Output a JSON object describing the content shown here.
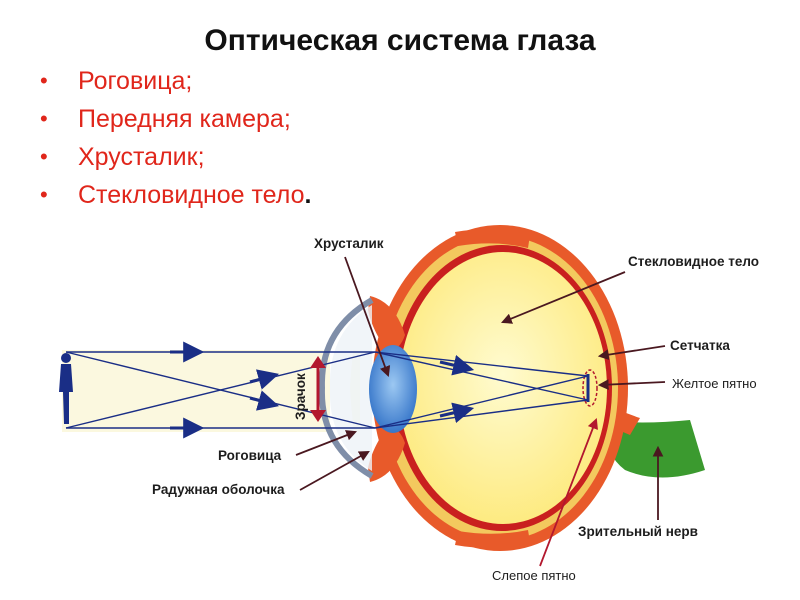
{
  "title": "Оптическая система глаза",
  "bullets": [
    {
      "text": "Роговица;",
      "period": ""
    },
    {
      "text": "Передняя камера;",
      "period": ""
    },
    {
      "text": "Хрусталик;",
      "period": ""
    },
    {
      "text": "Стекловидное тело",
      "period": "."
    }
  ],
  "labels": {
    "lens": "Хрусталик",
    "vitreous": "Стекловидное тело",
    "retina": "Сетчатка",
    "macula": "Желтое пятно",
    "cornea": "Роговица",
    "iris": "Радужная оболочка",
    "optic_nerve": "Зрительный нерв",
    "blind_spot": "Слепое пятно",
    "pupil": "Зрачок"
  },
  "colors": {
    "title": "#111111",
    "bullet_text": "#e0261b",
    "sclera": "#e85a2a",
    "vitreous": "#fff6a6",
    "lens": "#3f86d8",
    "rays": "#1a2e86",
    "nerve": "#3b9a2f",
    "arrow_red": "#b3182e"
  }
}
